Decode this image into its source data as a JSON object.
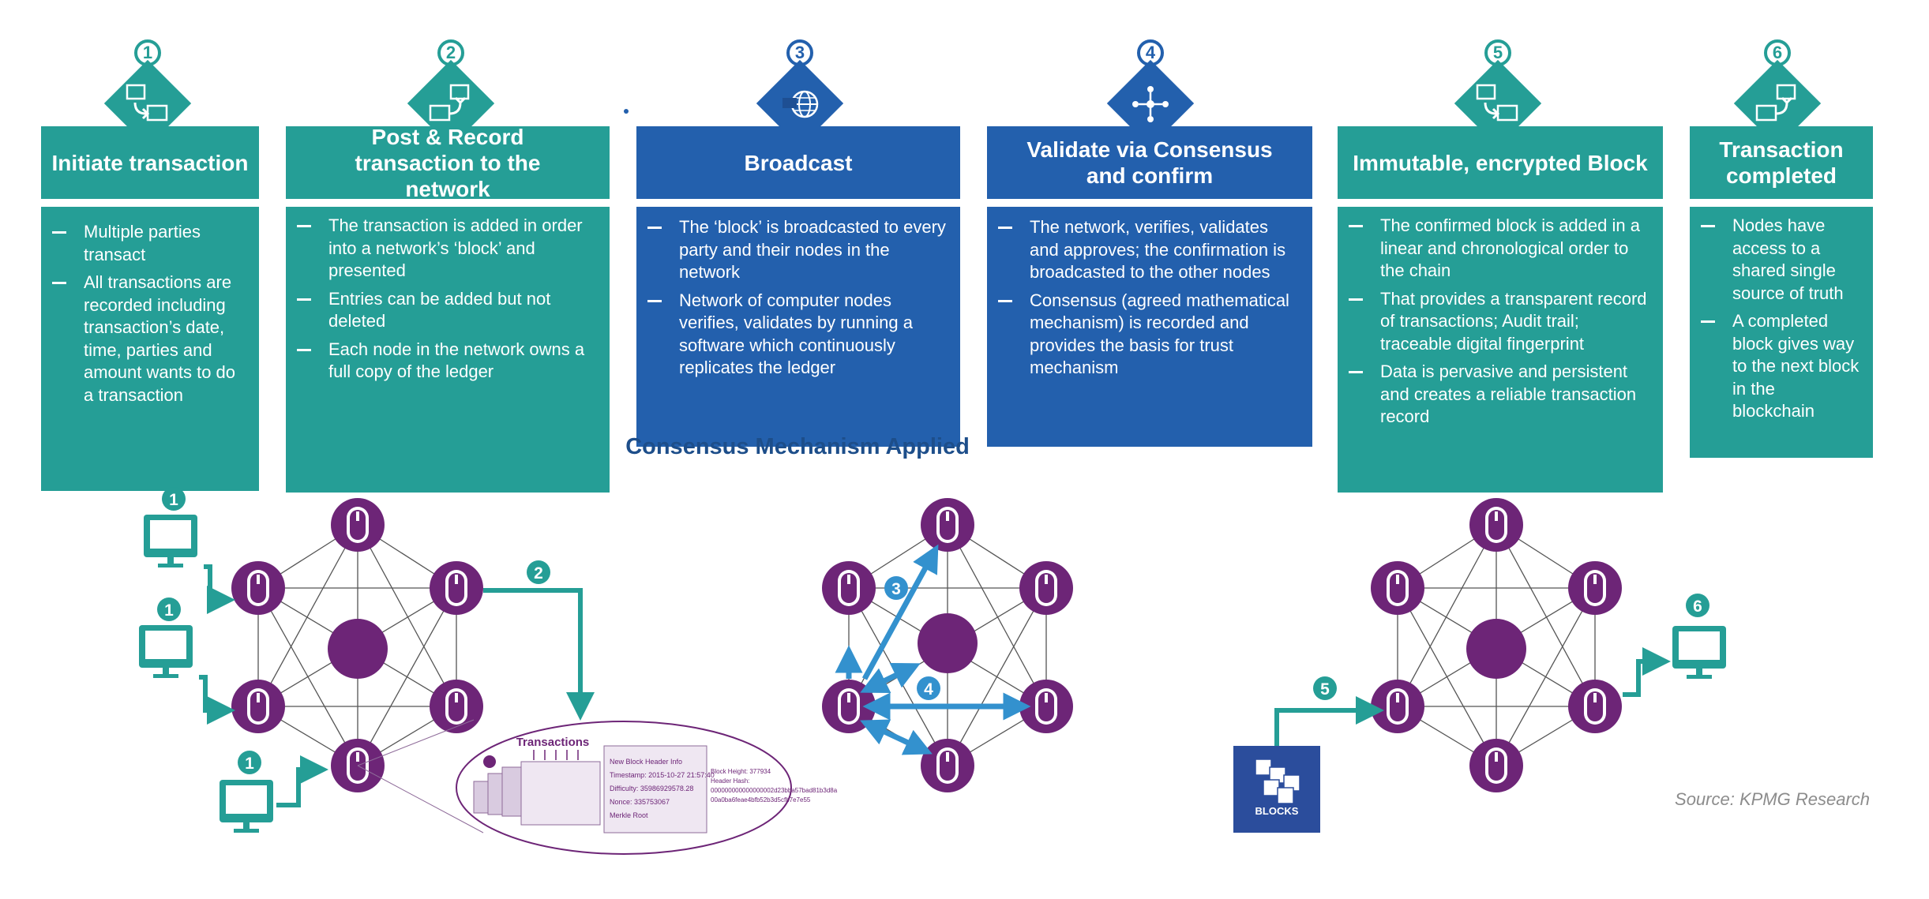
{
  "steps": [
    {
      "num": "1",
      "title": "Initiate transaction",
      "color": "#259e96",
      "bullets": [
        "Multiple parties transact",
        "All transactions are recorded including transaction’s date, time, parties and amount wants to do a transaction"
      ]
    },
    {
      "num": "2",
      "title": "Post & Record transaction to the network",
      "color": "#259e96",
      "bullets": [
        "The transaction is added in order into a network’s ‘block’ and presented",
        "Entries can be added but not deleted",
        "Each node in the network owns a full copy of the ledger"
      ]
    },
    {
      "num": "3",
      "title": "Broadcast",
      "color": "#2360ad",
      "bullets": [
        "The ‘block’ is broadcasted to every party and their nodes in the network",
        "Network of computer nodes verifies, validates by running a software which continuously replicates the ledger"
      ]
    },
    {
      "num": "4",
      "title": "Validate via Consensus and confirm",
      "color": "#2360ad",
      "bullets": [
        "The network, verifies, validates and approves; the confirmation is broadcasted to the other nodes",
        "Consensus (agreed mathematical mechanism) is recorded and provides the basis for trust mechanism"
      ]
    },
    {
      "num": "5",
      "title": "Immutable, encrypted Block",
      "color": "#259e96",
      "bullets": [
        "The confirmed block is added in a linear and chronological order to the chain",
        "That provides a transparent record of transactions; Audit trail; traceable digital fingerprint",
        "Data is pervasive and persistent and creates a reliable transaction record"
      ]
    },
    {
      "num": "6",
      "title": "Transaction completed",
      "color": "#259e96",
      "bullets": [
        "Nodes have access to a shared single source of truth",
        "A completed block gives way to the next block in the blockchain"
      ]
    }
  ],
  "consensus_label": "Consensus Mechanism Applied",
  "source": "Source: KPMG Research",
  "diagram": {
    "ledger_title": "Transactions",
    "blocks_label": "BLOCKS",
    "ledger_lines": [
      "New Block Header Info",
      "Timestamp: 2015-10-27 21:57:40",
      "Difficulty: 35986929578.28",
      "Nonce: 335753067",
      "Merkle Root"
    ],
    "hash_lines": [
      "Block Height: 377934",
      "Header Hash:",
      "000000000000000002d23bba57bad81b3d8a",
      "00a0ba6feae4bfb52b3d5cfb7e7e55"
    ]
  },
  "colors": {
    "teal": "#259e96",
    "blue": "#2360ad",
    "purple": "#6d2577",
    "arrow_blue": "#3391ce"
  }
}
